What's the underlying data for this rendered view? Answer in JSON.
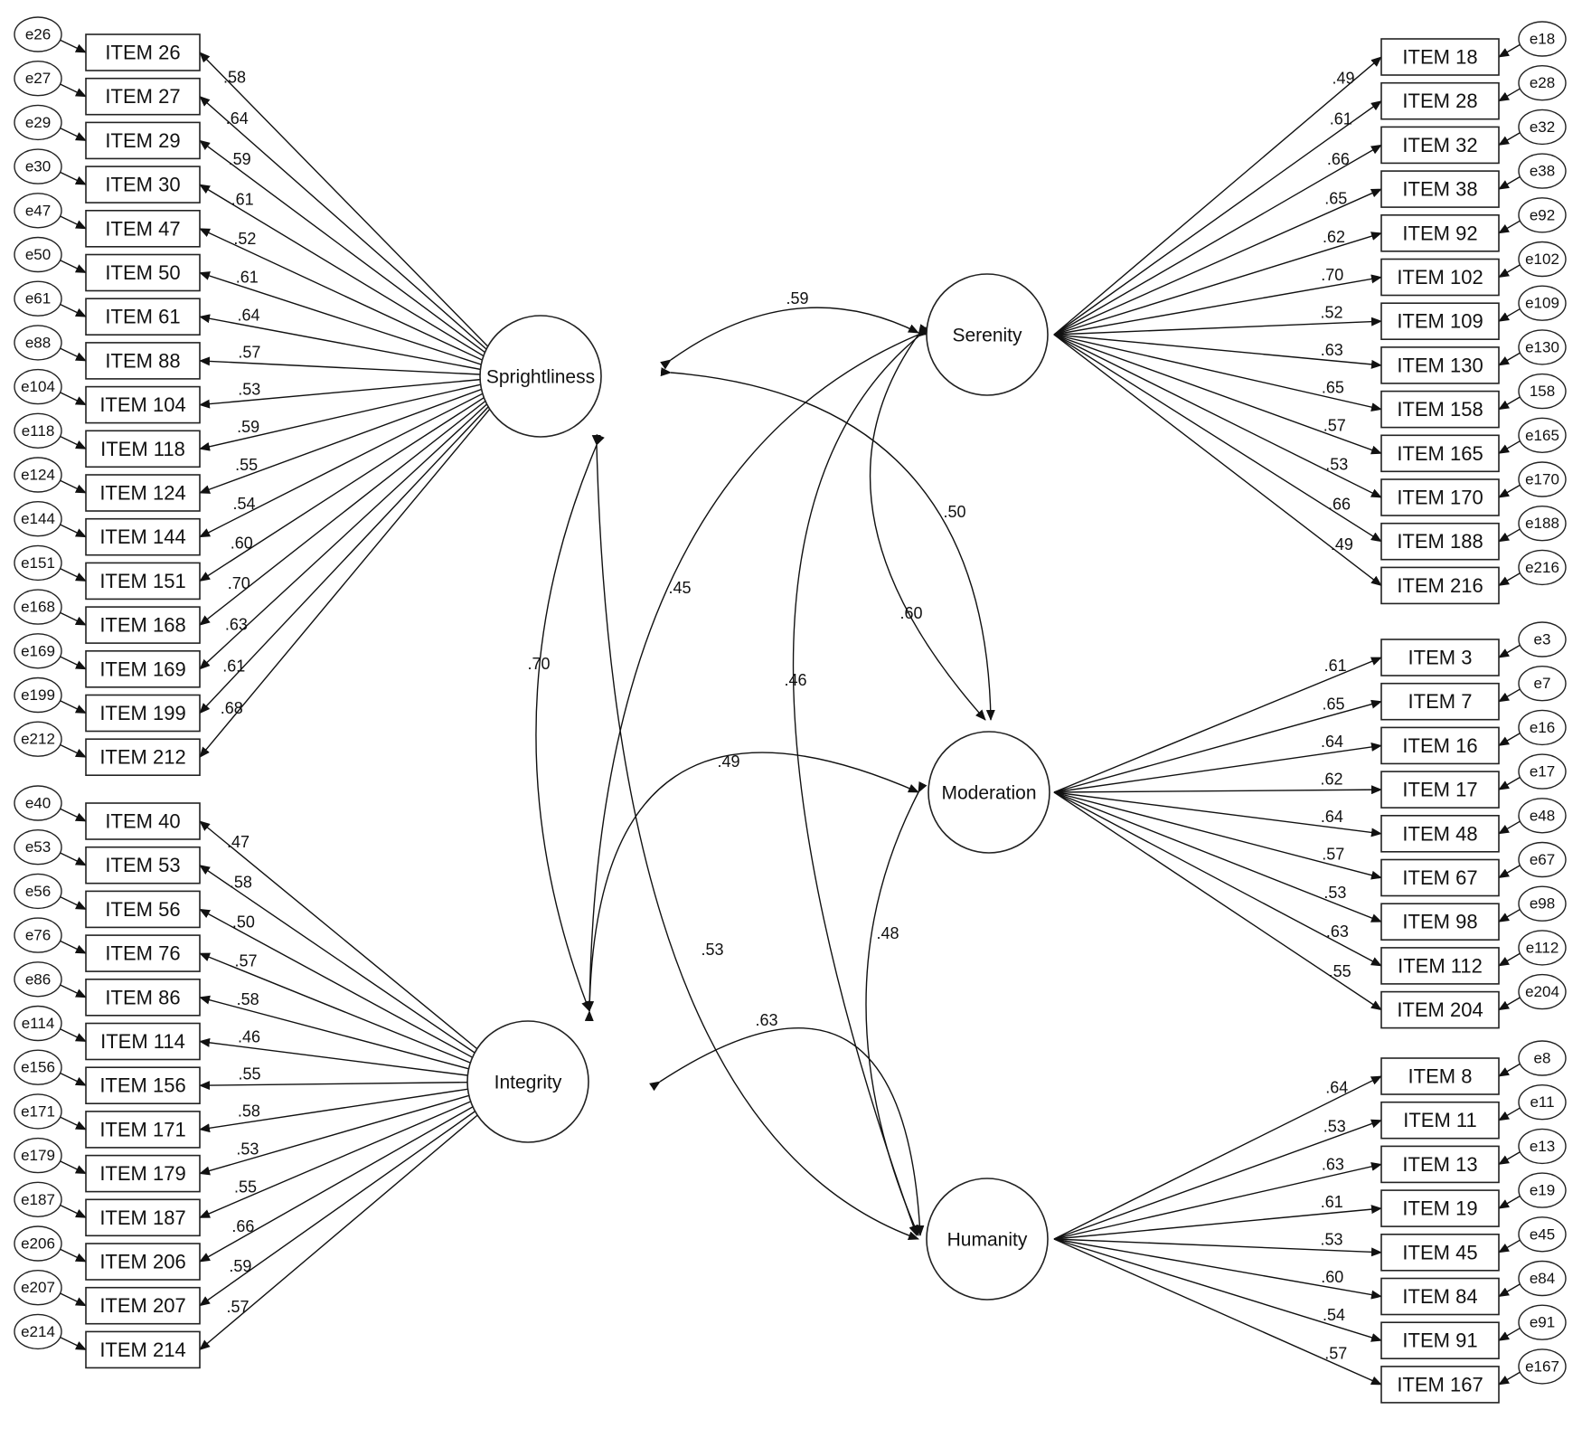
{
  "factors": {
    "sprightliness": {
      "label": "Sprightliness"
    },
    "integrity": {
      "label": "Integrity"
    },
    "serenity": {
      "label": "Serenity"
    },
    "moderation": {
      "label": "Moderation"
    },
    "humanity": {
      "label": "Humanity"
    }
  },
  "groups": [
    {
      "factor": "sprightliness",
      "side": "left",
      "items": [
        {
          "error": "e26",
          "item": "ITEM 26",
          "loading": ".58"
        },
        {
          "error": "e27",
          "item": "ITEM 27",
          "loading": ".64"
        },
        {
          "error": "e29",
          "item": "ITEM 29",
          "loading": ".59"
        },
        {
          "error": "e30",
          "item": "ITEM 30",
          "loading": ".61"
        },
        {
          "error": "e47",
          "item": "ITEM 47",
          "loading": ".52"
        },
        {
          "error": "e50",
          "item": "ITEM 50",
          "loading": ".61"
        },
        {
          "error": "e61",
          "item": "ITEM 61",
          "loading": ".64"
        },
        {
          "error": "e88",
          "item": "ITEM 88",
          "loading": ".57"
        },
        {
          "error": "e104",
          "item": "ITEM 104",
          "loading": ".53"
        },
        {
          "error": "e118",
          "item": "ITEM 118",
          "loading": ".59"
        },
        {
          "error": "e124",
          "item": "ITEM 124",
          "loading": ".55"
        },
        {
          "error": "e144",
          "item": "ITEM 144",
          "loading": ".54"
        },
        {
          "error": "e151",
          "item": "ITEM 151",
          "loading": ".60"
        },
        {
          "error": "e168",
          "item": "ITEM 168",
          "loading": ".70"
        },
        {
          "error": "e169",
          "item": "ITEM 169",
          "loading": ".63"
        },
        {
          "error": "e199",
          "item": "ITEM 199",
          "loading": ".61"
        },
        {
          "error": "e212",
          "item": "ITEM 212",
          "loading": ".68"
        }
      ]
    },
    {
      "factor": "integrity",
      "side": "left",
      "items": [
        {
          "error": "e40",
          "item": "ITEM 40",
          "loading": ".47"
        },
        {
          "error": "e53",
          "item": "ITEM 53",
          "loading": ".58"
        },
        {
          "error": "e56",
          "item": "ITEM 56",
          "loading": ".50"
        },
        {
          "error": "e76",
          "item": "ITEM 76",
          "loading": ".57"
        },
        {
          "error": "e86",
          "item": "ITEM 86",
          "loading": ".58"
        },
        {
          "error": "e114",
          "item": "ITEM 114",
          "loading": ".46"
        },
        {
          "error": "e156",
          "item": "ITEM 156",
          "loading": ".55"
        },
        {
          "error": "e171",
          "item": "ITEM 171",
          "loading": ".58"
        },
        {
          "error": "e179",
          "item": "ITEM 179",
          "loading": ".53"
        },
        {
          "error": "e187",
          "item": "ITEM 187",
          "loading": ".55"
        },
        {
          "error": "e206",
          "item": "ITEM 206",
          "loading": ".66"
        },
        {
          "error": "e207",
          "item": "ITEM 207",
          "loading": ".59"
        },
        {
          "error": "e214",
          "item": "ITEM 214",
          "loading": ".57"
        }
      ]
    },
    {
      "factor": "serenity",
      "side": "right",
      "items": [
        {
          "error": "e18",
          "item": "ITEM 18",
          "loading": ".49"
        },
        {
          "error": "e28",
          "item": "ITEM 28",
          "loading": ".61"
        },
        {
          "error": "e32",
          "item": "ITEM 32",
          "loading": ".66"
        },
        {
          "error": "e38",
          "item": "ITEM 38",
          "loading": ".65"
        },
        {
          "error": "e92",
          "item": "ITEM 92",
          "loading": ".62"
        },
        {
          "error": "e102",
          "item": "ITEM 102",
          "loading": ".70"
        },
        {
          "error": "e109",
          "item": "ITEM 109",
          "loading": ".52"
        },
        {
          "error": "e130",
          "item": "ITEM 130",
          "loading": ".63"
        },
        {
          "error": "158",
          "item": "ITEM 158",
          "loading": ".65"
        },
        {
          "error": "e165",
          "item": "ITEM 165",
          "loading": ".57"
        },
        {
          "error": "e170",
          "item": "ITEM 170",
          "loading": ".53"
        },
        {
          "error": "e188",
          "item": "ITEM 188",
          "loading": ".66"
        },
        {
          "error": "e216",
          "item": "ITEM 216",
          "loading": ".49"
        }
      ]
    },
    {
      "factor": "moderation",
      "side": "right",
      "items": [
        {
          "error": "e3",
          "item": "ITEM 3",
          "loading": ".61"
        },
        {
          "error": "e7",
          "item": "ITEM 7",
          "loading": ".65"
        },
        {
          "error": "e16",
          "item": "ITEM 16",
          "loading": ".64"
        },
        {
          "error": "e17",
          "item": "ITEM 17",
          "loading": ".62"
        },
        {
          "error": "e48",
          "item": "ITEM 48",
          "loading": ".64"
        },
        {
          "error": "e67",
          "item": "ITEM 67",
          "loading": ".57"
        },
        {
          "error": "e98",
          "item": "ITEM 98",
          "loading": ".53"
        },
        {
          "error": "e112",
          "item": "ITEM 112",
          "loading": ".63"
        },
        {
          "error": "e204",
          "item": "ITEM 204",
          "loading": ".55"
        }
      ]
    },
    {
      "factor": "humanity",
      "side": "right",
      "items": [
        {
          "error": "e8",
          "item": "ITEM 8",
          "loading": ".64"
        },
        {
          "error": "e11",
          "item": "ITEM 11",
          "loading": ".53"
        },
        {
          "error": "e13",
          "item": "ITEM 13",
          "loading": ".63"
        },
        {
          "error": "e19",
          "item": "ITEM 19",
          "loading": ".61"
        },
        {
          "error": "e45",
          "item": "ITEM 45",
          "loading": ".53"
        },
        {
          "error": "e84",
          "item": "ITEM 84",
          "loading": ".60"
        },
        {
          "error": "e91",
          "item": "ITEM 91",
          "loading": ".54"
        },
        {
          "error": "e167",
          "item": "ITEM 167",
          "loading": ".57"
        }
      ]
    }
  ],
  "correlations": [
    {
      "from": "sprightliness",
      "to": "serenity",
      "value": ".59"
    },
    {
      "from": "sprightliness",
      "to": "moderation",
      "value": ".50"
    },
    {
      "from": "sprightliness",
      "to": "integrity",
      "value": ".70"
    },
    {
      "from": "sprightliness",
      "to": "humanity",
      "value": ".53"
    },
    {
      "from": "serenity",
      "to": "integrity",
      "value": ".45"
    },
    {
      "from": "serenity",
      "to": "moderation",
      "value": ".60"
    },
    {
      "from": "serenity",
      "to": "humanity",
      "value": ".46"
    },
    {
      "from": "integrity",
      "to": "moderation",
      "value": ".49"
    },
    {
      "from": "integrity",
      "to": "humanity",
      "value": ".63"
    },
    {
      "from": "moderation",
      "to": "humanity",
      "value": ".48"
    }
  ]
}
